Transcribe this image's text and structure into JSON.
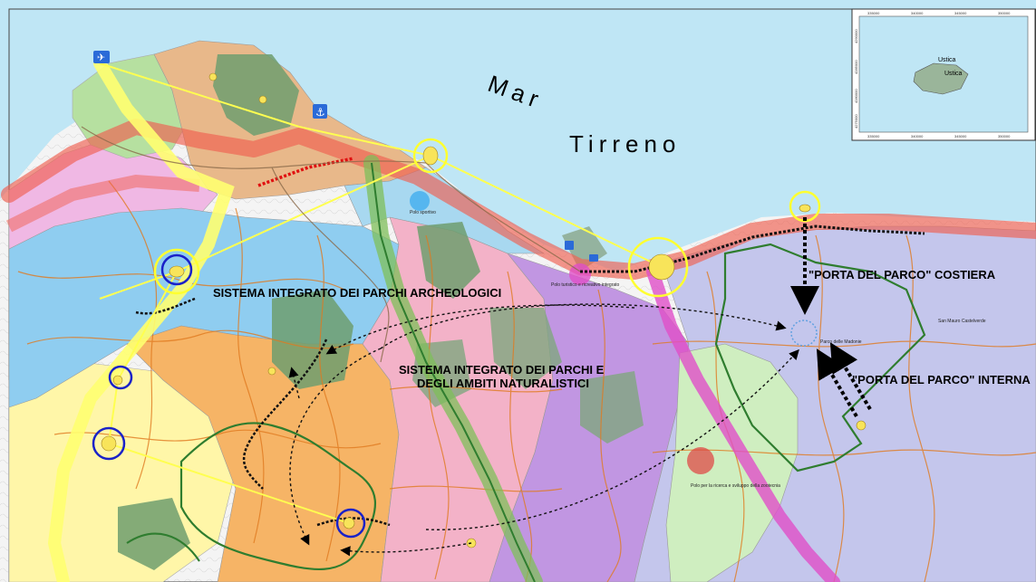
{
  "sea": {
    "label_word1": "Mar",
    "label_word2": "Tirreno"
  },
  "systems": {
    "archaeological": "SISTEMA INTEGRATO DEI PARCHI ARCHEOLOGICI",
    "natural_line1": "SISTEMA INTEGRATO DEI PARCHI E",
    "natural_line2": "DEGLI AMBITI NATURALISTICI"
  },
  "gates": {
    "coastal": "\"PORTA DEL PARCO\" COSTIERA",
    "internal": "\"PORTA DEL PARCO\" INTERNA"
  },
  "inset": {
    "island_1": "Ustica",
    "island_2": "Ustica",
    "top_ticks": [
      "335000",
      "340000",
      "345000",
      "350000"
    ],
    "bottom_ticks": [
      "335000",
      "340000",
      "345000",
      "350000"
    ],
    "left_ticks": [
      "4290000",
      "4285000",
      "4280000",
      "4275000"
    ]
  },
  "places": {
    "polo_sportivo": "Polo sportivo",
    "polo_turistico": "Polo turistico e ricreativo integrato",
    "parco_madonie": "Parco delle Madonie",
    "san_mauro": "San Mauro Castelverde",
    "polo_ricerca": "Polo per la ricerca e sviluppo della zootecnia"
  },
  "icons": [
    "airport-icon",
    "port-icon",
    "harbour-icon"
  ],
  "colors": {
    "sea": "#bfe6f5",
    "archaeological_zone": "#8fcdf0",
    "forest_zone": "#6e9e6e",
    "orange_zone": "#f6b466",
    "pink_zone": "#f3b2c8",
    "purple_zone": "#c196e2",
    "lavender_zone": "#c4c6ec",
    "coastal_corridor": "#f06050",
    "magenta_axis": "#e04fc8",
    "yellow_axis": "#ffff70",
    "green_axis": "#7fbf5a",
    "connection_circles": "#1a22c8"
  }
}
